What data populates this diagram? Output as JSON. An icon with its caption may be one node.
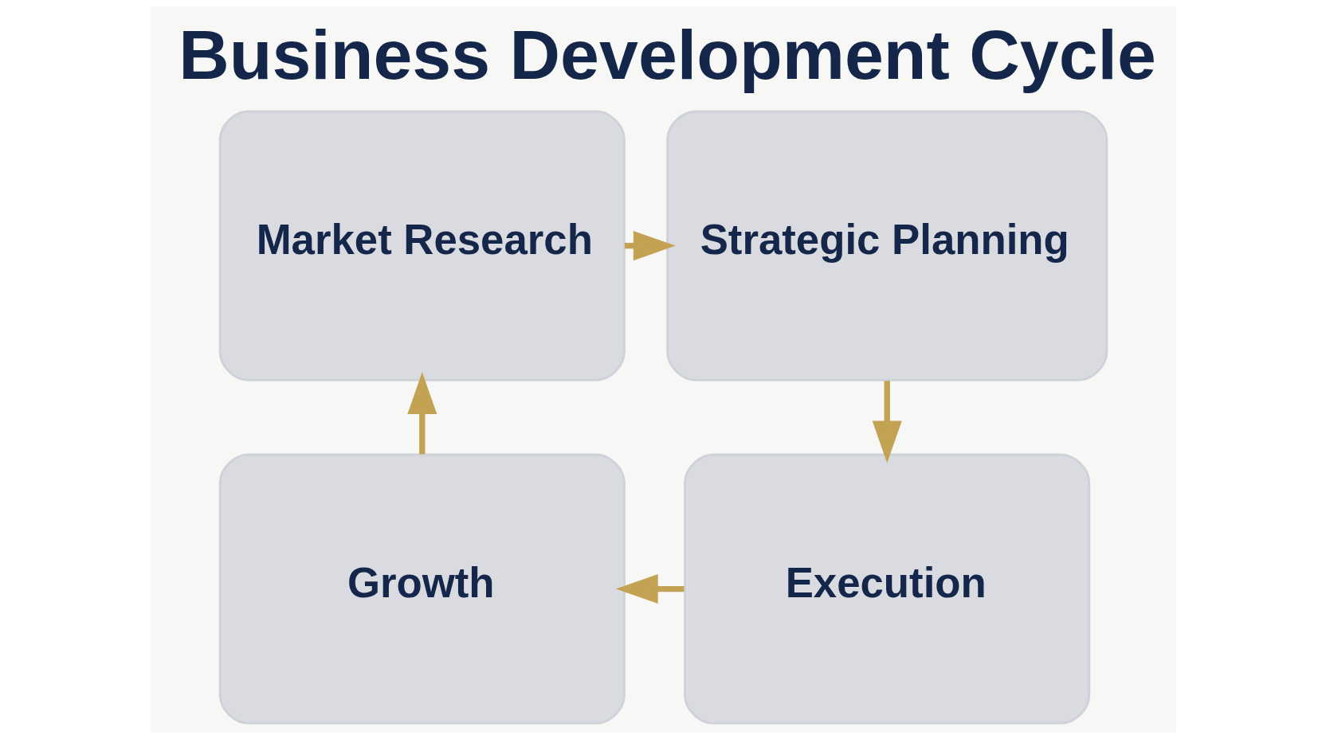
{
  "diagram": {
    "title": "Business Development Cycle",
    "nodes": [
      {
        "text": [
          "Market Research"
        ]
      },
      {
        "text": [
          "Strategic Planning"
        ]
      },
      {
        "text": [
          "Execution"
        ]
      },
      {
        "text": [
          "Growth"
        ]
      }
    ],
    "edges": [
      {
        "from": 0,
        "to": 1,
        "arrow": "to"
      },
      {
        "from": 1,
        "to": 2,
        "arrow": "to"
      },
      {
        "from": 2,
        "to": 3,
        "arrow": "to"
      },
      {
        "from": 3,
        "to": 0,
        "arrow": "to"
      }
    ]
  }
}
